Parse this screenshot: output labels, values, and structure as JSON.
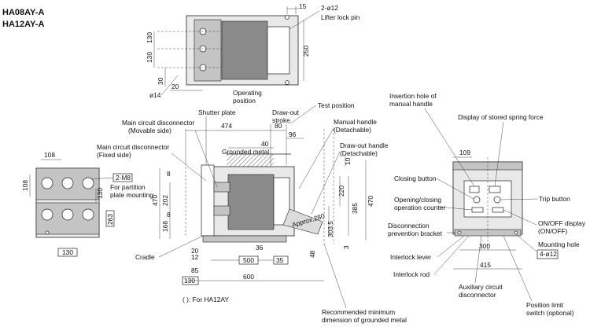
{
  "models": [
    "HA08AY-A",
    "HA12AY-A"
  ],
  "top_view": {
    "dims": {
      "d15": "15",
      "d130a": "130",
      "d130b": "130",
      "d250": "250",
      "d30": "30",
      "d20": "20",
      "phi14": "ø14"
    },
    "labels": {
      "holes": "2-ø12",
      "lifter_lock_pin": "Lifter lock pin"
    }
  },
  "side_view": {
    "labels": {
      "operating_position": [
        "Operating",
        "position"
      ],
      "drawout_stroke": [
        "Draw-out",
        "stroke"
      ],
      "test_position": "Test position",
      "shutter_plate": "Shutter plate",
      "mcd_movable": [
        "Main circuit disconnector",
        "(Movable side)"
      ],
      "mcd_fixed": [
        "Main circuit disconnector",
        "(Fixed side)"
      ],
      "grounded_metal": "Grounded metal",
      "manual_handle": [
        "Manual handle",
        "(Detachable)"
      ],
      "drawout_handle": [
        "Draw-out handle",
        "(Detachable)"
      ],
      "approx": "Approx.280",
      "cradle": "Cradle",
      "rec_min": [
        "Recommended minimum",
        "dimension of grounded metal"
      ],
      "footnote": "(  ): For HA12AY"
    },
    "dims": {
      "d474": "474",
      "d80": "80",
      "d40": "40",
      "d96": "96",
      "d10": "10",
      "d8a": "8",
      "d8b": "8",
      "d470a": "470",
      "d202": "202",
      "d168": "168",
      "d220": "220",
      "d385": "385",
      "d303": "303.5",
      "d470b": "470",
      "d3": "3",
      "d48": "48",
      "d36": "36",
      "d12": "12",
      "d20": "20",
      "d500": "500",
      "d35": "35",
      "d85": "85",
      "d130": "130",
      "d600": "600"
    }
  },
  "terminal_view": {
    "dims": {
      "d108a": "108",
      "d108b": "108",
      "d130a": "130",
      "d263": "263",
      "d130b": "130"
    },
    "labels": {
      "m8": "2-M8",
      "partition": [
        "For partition",
        "plate mounting"
      ]
    }
  },
  "front_view": {
    "labels": {
      "insertion_hole": [
        "Insertion hole of",
        "manual handle"
      ],
      "stored_spring": "Display of stored spring force",
      "closing_button": "Closing button",
      "trip_button": "Trip button",
      "counter": [
        "Opening/closing",
        "operation counter"
      ],
      "onoff": [
        "ON/OFF display",
        "(ON/OFF)"
      ],
      "disconnection": [
        "Disconnection",
        "prevention bracket"
      ],
      "mounting_hole": "Mounting hole",
      "mounting_hole_spec": "4-ø12",
      "interlock_lever": "Interlock lever",
      "interlock_rod": "Interlock rod",
      "aux_switch": [
        "Auxiliary circuit",
        "disconnector"
      ],
      "pos_switch": [
        "Position limit",
        "switch (optional)"
      ]
    },
    "dims": {
      "d109": "109",
      "d300": "300",
      "d415": "415"
    }
  }
}
